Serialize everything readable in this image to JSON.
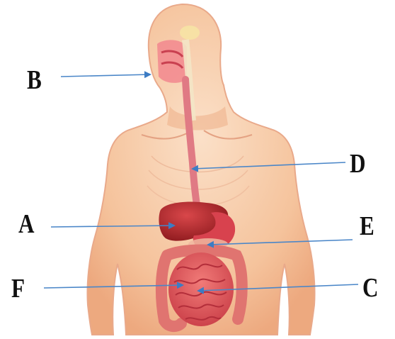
{
  "diagram": {
    "labels": {
      "A": "A",
      "B": "B",
      "C": "C",
      "D": "D",
      "E": "E",
      "F": "F"
    }
  },
  "colors": {
    "skin": "#f7c9a3",
    "skin_shadow": "#eaa57c",
    "liver": "#b8252a",
    "intestine": "#e0595d",
    "stomach": "#d84450",
    "arrow": "#4a86c8",
    "label_text": "#111111"
  }
}
